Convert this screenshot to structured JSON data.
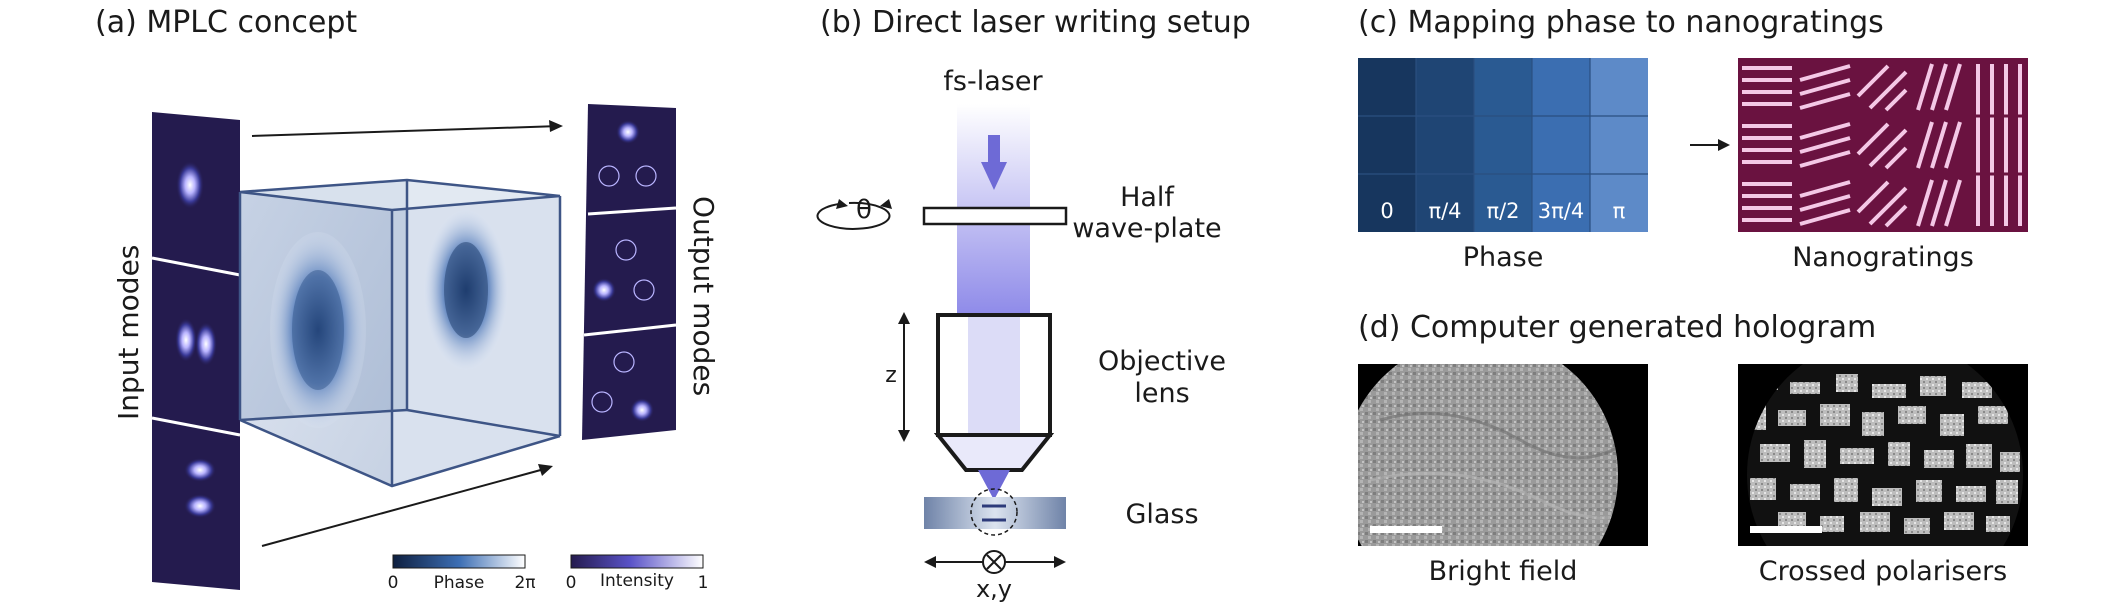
{
  "panel_a": {
    "title": "(a) MPLC concept",
    "input_label": "Input modes",
    "output_label": "Output modes",
    "colorbar_phase": {
      "min": "0",
      "label": "Phase",
      "max": "2π"
    },
    "colorbar_intensity": {
      "min": "0",
      "label": "Intensity",
      "max": "1"
    }
  },
  "panel_b": {
    "title": "(b) Direct laser writing setup",
    "laser_label": "fs-laser",
    "theta_label": "θ",
    "waveplate_line1": "Half",
    "waveplate_line2": "wave-plate",
    "z_label": "z",
    "objective_line1": "Objective",
    "objective_line2": "lens",
    "glass_label": "Glass",
    "xy_label": "x,y"
  },
  "panel_c": {
    "title": "(c) Mapping phase to nanogratings",
    "phase_values": [
      "0",
      "π/4",
      "π/2",
      "3π/4",
      "π"
    ],
    "phase_caption": "Phase",
    "nanograting_caption": "Nanogratings"
  },
  "panel_d": {
    "title": "(d) Computer generated hologram",
    "bright_caption": "Bright field",
    "crossed_caption": "Crossed polarisers"
  },
  "colors": {
    "dark_navy": "#241b4e",
    "phase_blue": "#2d5f9c",
    "beam": "#8b87e6",
    "nanograting_bg": "#6a1240",
    "nanograting_line": "#f4c8e6"
  }
}
